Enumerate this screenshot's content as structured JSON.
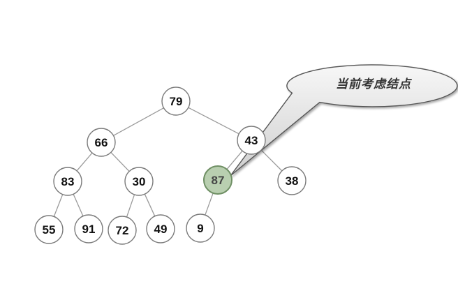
{
  "tree": {
    "nodes": [
      {
        "id": "n1",
        "value": "79"
      },
      {
        "id": "n2",
        "value": "66"
      },
      {
        "id": "n3",
        "value": "43"
      },
      {
        "id": "n4",
        "value": "83"
      },
      {
        "id": "n5",
        "value": "30"
      },
      {
        "id": "n6",
        "value": "87",
        "highlighted": true
      },
      {
        "id": "n7",
        "value": "38"
      },
      {
        "id": "n8",
        "value": "55"
      },
      {
        "id": "n9",
        "value": "91"
      },
      {
        "id": "n10",
        "value": "72"
      },
      {
        "id": "n11",
        "value": "49"
      },
      {
        "id": "n12",
        "value": "9"
      }
    ],
    "edges": [
      [
        "n1",
        "n2"
      ],
      [
        "n1",
        "n3"
      ],
      [
        "n2",
        "n4"
      ],
      [
        "n2",
        "n5"
      ],
      [
        "n3",
        "n6"
      ],
      [
        "n3",
        "n7"
      ],
      [
        "n4",
        "n8"
      ],
      [
        "n4",
        "n9"
      ],
      [
        "n5",
        "n10"
      ],
      [
        "n5",
        "n11"
      ],
      [
        "n6",
        "n12"
      ]
    ]
  },
  "callout": {
    "text": "当前考虑结点",
    "points_to": "n6"
  },
  "colors": {
    "node_fill": "#ffffff",
    "node_stroke": "#7a7a7a",
    "highlight_fill": "#b9cfb0",
    "highlight_stroke": "#6f8f64",
    "edge": "#9a9a9a",
    "text": "#111111",
    "highlight_text": "#444444",
    "callout_fill": "#e6e6e6",
    "callout_stroke": "#555555"
  }
}
